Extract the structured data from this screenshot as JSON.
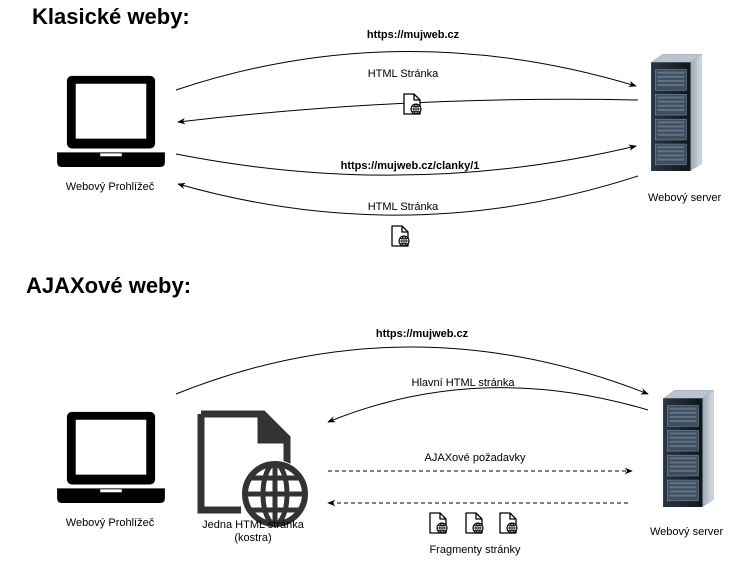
{
  "classic": {
    "title": "Klasické weby:",
    "browser_label": "Webový Prohlížeč",
    "server_label": "Webový server",
    "request1": "https://mujweb.cz",
    "response1": "HTML Stránka",
    "request2": "https://mujweb.cz/clanky/1",
    "response2": "HTML Stránka"
  },
  "ajax": {
    "title": "AJAXové weby:",
    "browser_label": "Webový Prohlížeč",
    "page_label_line1": "Jedna HTML stránka",
    "page_label_line2": "(kostra)",
    "server_label": "Webový server",
    "request": "https://mujweb.cz",
    "main_response": "Hlavní HTML stránka",
    "ajax_requests": "AJAXové požadavky",
    "fragments": "Fragmenty stránky"
  },
  "icons": {
    "browser": "laptop-icon",
    "server": "server-rack-icon",
    "document": "web-document-icon"
  }
}
